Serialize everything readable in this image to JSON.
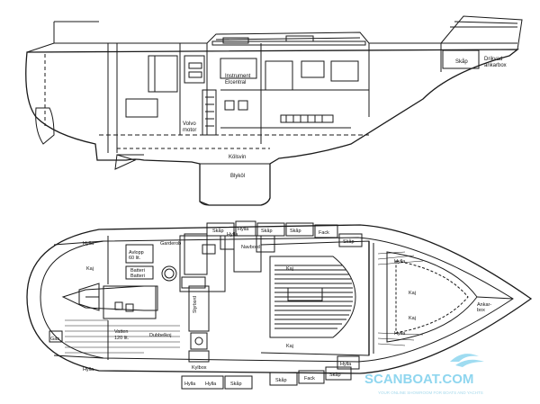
{
  "profile": {
    "labels": {
      "instrument": "Instrument",
      "elcentral": "Elcentral",
      "volvo": "Volvo",
      "motor": "motor",
      "skap": "Skåp",
      "drinkvatten": "Drikvad",
      "ankarbox": "ankarbox",
      "kolsvin": "Kölsvin",
      "blykol": "Blyköl"
    }
  },
  "plan": {
    "labels": {
      "hylla_aft_port": "Hylla",
      "kaj_aft_port": "Kaj",
      "avlopp": "Avlopp",
      "avlopp_vol": "60 lit.",
      "batteri1": "Batteri",
      "batteri2": "Batteri",
      "garderob": "Garderob",
      "skap_top1": "Skåp",
      "hylla_top1": "Hylla",
      "skap_top2": "Skåp",
      "skap_top3": "Skåp",
      "fack_top": "Fack",
      "skap_top4": "Skåp",
      "hylla_top2": "Hylla",
      "navbord": "Navbord",
      "kaj_salon_top": "Kaj",
      "hylla_fwd_top": "Hylla",
      "kaj_fwd1": "Kaj",
      "kaj_fwd2": "Kaj",
      "ankarbox": "Ankar-",
      "ankarbox2": "box",
      "sittbrunn": "Styrbord",
      "gas": "Gas",
      "vatten": "Vatten",
      "vatten_vol": "120 lit.",
      "dubbelkoj": "Dubbelkoj",
      "kylbox": "Kylbox",
      "kaj_salon_bot": "Kaj",
      "hylla_bot1": "Hylla",
      "hylla_bot2": "Hylla",
      "hylla_bot3": "Hylla",
      "skap_bot1": "Skåp",
      "skap_bot2": "Skåp",
      "fack_bot": "Fack",
      "skap_bot3": "Skåp",
      "hylla_bot4": "Hylla",
      "hylla_fwd_bot": "Hylla"
    }
  },
  "watermark": {
    "brand": "SCANBOAT.COM",
    "tagline": "YOUR ONLINE SHOWROOM FOR BOATS AND YACHTS"
  }
}
